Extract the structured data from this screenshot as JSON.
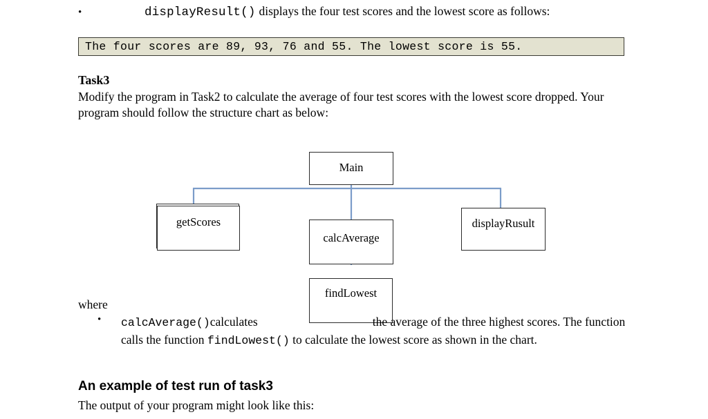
{
  "document": {
    "bullet_display_result": {
      "marker": "•",
      "code": "displayResult()",
      "text": "displays the four test scores and the lowest score as follows:"
    },
    "output_box": {
      "text": "The four scores are 89, 93, 76 and 55. The lowest score is 55.",
      "background_color": "#E3E2D0",
      "border_color": "#3A3A32"
    },
    "task3": {
      "heading": "Task3",
      "paragraph": "Modify the program in Task2 to calculate the average of four test scores with the lowest score dropped. Your program should follow the structure chart as below:"
    },
    "where_label": "where",
    "bullet_calc_average": {
      "marker": "•",
      "code1": "calcAverage()",
      "text1": "calculates",
      "text2": "the average of the three highest scores. The function calls the function",
      "code2": "findLowest()",
      "text3": "to calculate the lowest score as shown in the chart."
    },
    "example_section": {
      "heading": "An example of test run of task3",
      "subtext": "The output of your program might look like this:"
    }
  },
  "structure_chart": {
    "connector_color": "#7B9CC9",
    "box_border_color": "#2B2B2B",
    "nodes": {
      "main": "Main",
      "get_scores_a": "getScores",
      "get_scores_b": "getScores",
      "calc_average": "calcAverage",
      "display_rusult": "displayRusult",
      "find_lowest": "findLowest"
    }
  }
}
